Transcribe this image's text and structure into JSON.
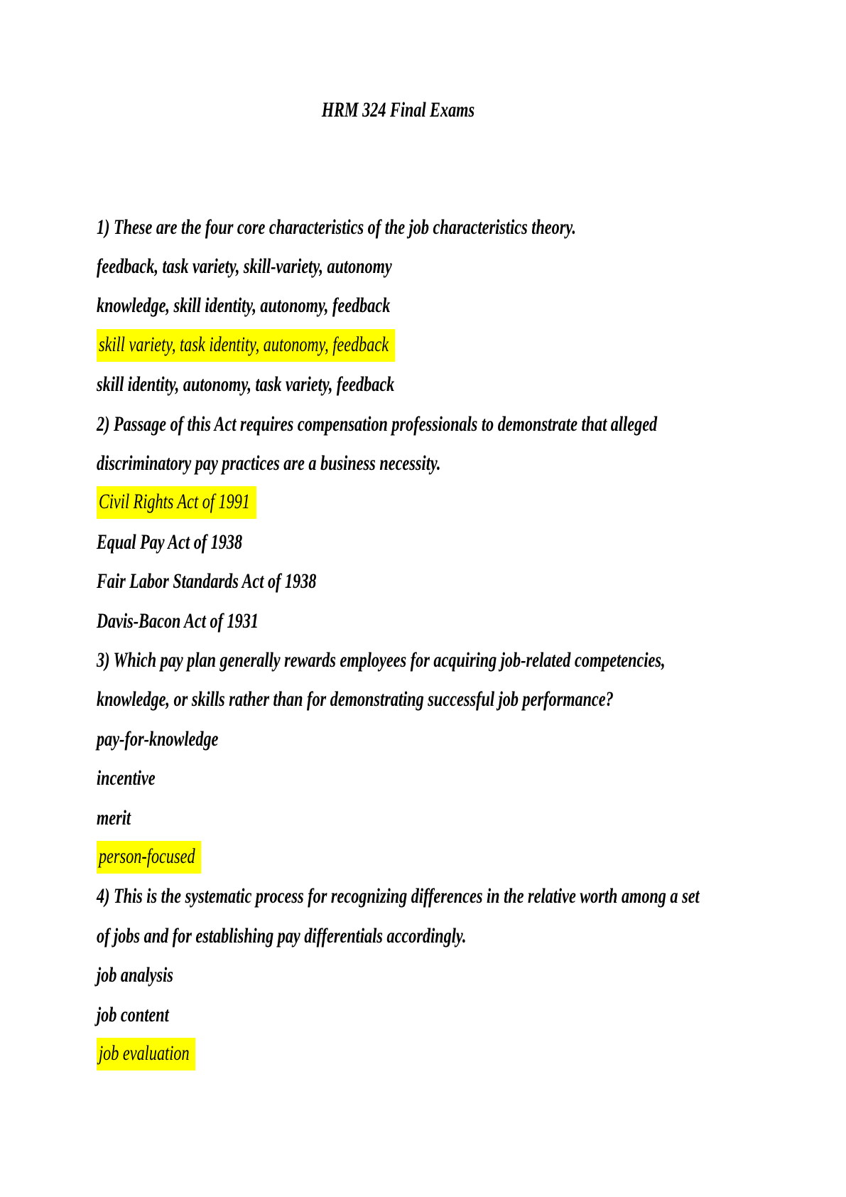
{
  "document": {
    "title": "HRM 324 Final Exams",
    "colors": {
      "highlight": "#ffff00",
      "text": "#000000",
      "page_background": "#ffffff"
    },
    "lines": [
      {
        "text": "1) These are the four core characteristics of the job characteristics theory.",
        "highlighted": false,
        "role": "question"
      },
      {
        "text": "feedback, task variety, skill-variety, autonomy",
        "highlighted": false,
        "role": "option"
      },
      {
        "text": "knowledge, skill identity, autonomy, feedback",
        "highlighted": false,
        "role": "option"
      },
      {
        "text": "skill variety, task identity, autonomy, feedback",
        "highlighted": true,
        "role": "answer"
      },
      {
        "text": "skill identity, autonomy, task variety, feedback",
        "highlighted": false,
        "role": "option"
      },
      {
        "text": "2) Passage of this Act requires compensation professionals to demonstrate that alleged",
        "highlighted": false,
        "role": "question"
      },
      {
        "text": "discriminatory pay practices are a business necessity.",
        "highlighted": false,
        "role": "question-continuation"
      },
      {
        "text": "Civil Rights Act of 1991",
        "highlighted": true,
        "role": "answer"
      },
      {
        "text": "Equal Pay Act of 1938",
        "highlighted": false,
        "role": "option"
      },
      {
        "text": "Fair Labor Standards Act of 1938",
        "highlighted": false,
        "role": "option"
      },
      {
        "text": "Davis-Bacon Act of 1931",
        "highlighted": false,
        "role": "option"
      },
      {
        "text": "3) Which pay plan generally rewards employees for acquiring job-related competencies,",
        "highlighted": false,
        "role": "question"
      },
      {
        "text": "knowledge, or skills rather than for demonstrating successful job performance?",
        "highlighted": false,
        "role": "question-continuation"
      },
      {
        "text": "pay-for-knowledge",
        "highlighted": false,
        "role": "option"
      },
      {
        "text": "incentive",
        "highlighted": false,
        "role": "option"
      },
      {
        "text": "merit",
        "highlighted": false,
        "role": "option"
      },
      {
        "text": "person-focused",
        "highlighted": true,
        "role": "answer"
      },
      {
        "text": "4) This is the systematic process for recognizing differences in the relative worth among a set",
        "highlighted": false,
        "role": "question"
      },
      {
        "text": "of jobs and for establishing pay differentials accordingly.",
        "highlighted": false,
        "role": "question-continuation"
      },
      {
        "text": "job analysis",
        "highlighted": false,
        "role": "option"
      },
      {
        "text": "job content",
        "highlighted": false,
        "role": "option"
      },
      {
        "text": "job evaluation",
        "highlighted": true,
        "role": "answer"
      }
    ]
  }
}
